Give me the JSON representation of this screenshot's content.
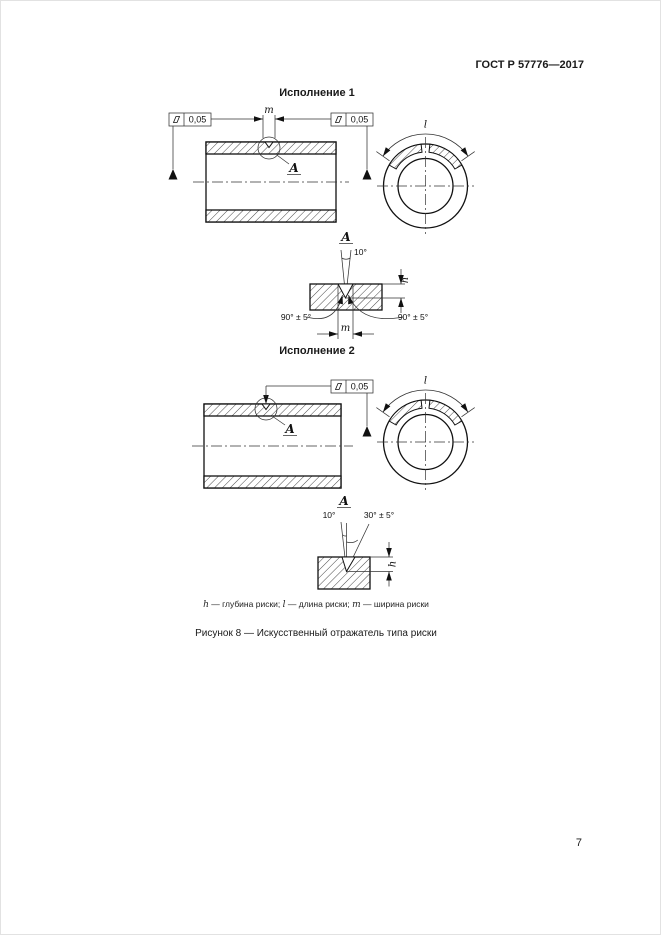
{
  "page": {
    "header": "ГОСТ Р 57776—2017",
    "page_number": "7"
  },
  "figure": {
    "caption": "Рисунок 8 — Искусственный отражатель типа риски"
  },
  "legend": {
    "h_var": "h",
    "h_text": " — глубина риски; ",
    "l_var": "l",
    "l_text": " — длина риски; ",
    "m_var": "m",
    "m_text": " — ширина риски"
  },
  "version1": {
    "title": "Исполнение 1",
    "tol_left": "0,05",
    "tol_right": "0,05",
    "m_label": "m",
    "callout_label": "A",
    "arc_length_label": "l",
    "detail": {
      "view_label": "A",
      "angle_top": "10°",
      "angle_left": "90° ± 5°",
      "angle_right": "90° ± 5°",
      "width_label": "m",
      "depth_label": "h"
    }
  },
  "version2": {
    "title": "Исполнение 2",
    "tol": "0,05",
    "callout_label": "A",
    "arc_length_label": "l",
    "detail": {
      "view_label": "A",
      "angle_left": "10°",
      "angle_right": "30° ± 5°",
      "depth_label": "h"
    }
  }
}
